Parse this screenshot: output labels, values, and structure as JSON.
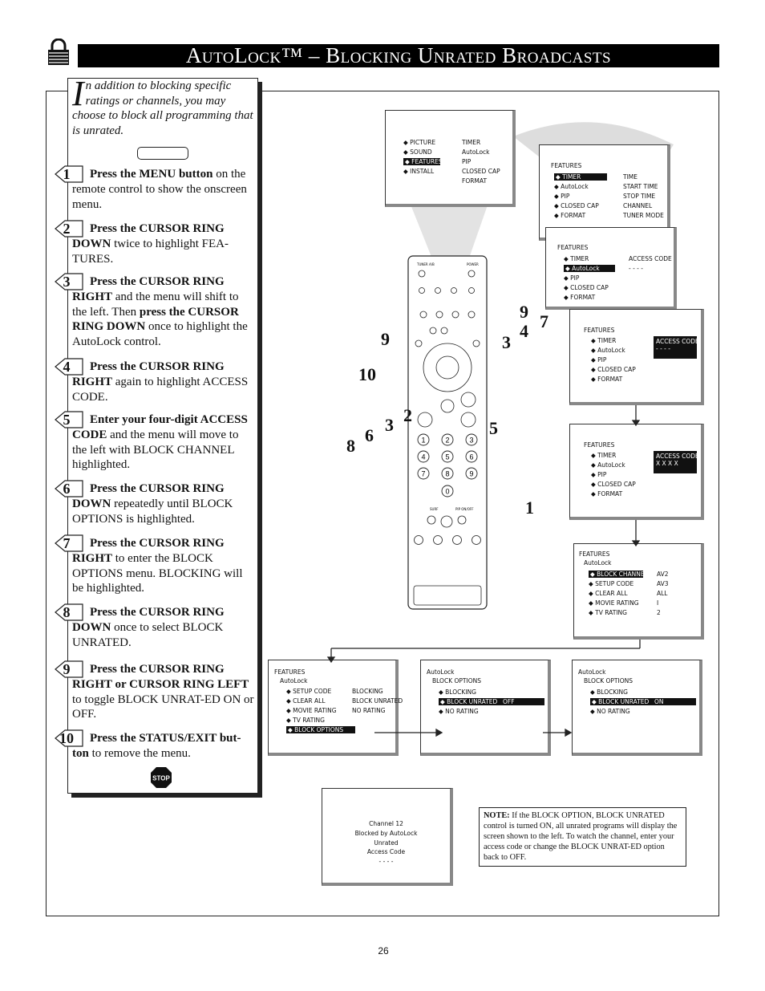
{
  "header": {
    "title": "AutoLock™ – Blocking Unrated Broadcasts"
  },
  "intro": {
    "dropcap": "I",
    "text": "n addition to blocking specific ratings or channels, you may choose to block all programming that is unrated."
  },
  "steps": [
    {
      "num": "1",
      "bold": "Press the MENU button",
      "rest": " on the remote control to show the onscreen menu."
    },
    {
      "num": "2",
      "bold": "Press the CURSOR RING DOWN",
      "rest": " twice to highlight FEA-TURES."
    },
    {
      "num": "3",
      "bold": "Press the CURSOR RING RIGHT",
      "rest": " and the menu will shift to the left. Then ",
      "bold2": "press the CURSOR RING DOWN",
      "rest2": " once to highlight the AutoLock control."
    },
    {
      "num": "4",
      "bold": "Press the CURSOR RING RIGHT",
      "rest": " again to highlight ACCESS CODE."
    },
    {
      "num": "5",
      "bold": "Enter your four-digit ACCESS CODE",
      "rest": " and the menu will move to the left with BLOCK CHANNEL highlighted."
    },
    {
      "num": "6",
      "bold": "Press the CURSOR RING DOWN",
      "rest": " repeatedly until BLOCK OPTIONS is highlighted."
    },
    {
      "num": "7",
      "bold": "Press the CURSOR RING RIGHT",
      "rest": " to enter the BLOCK OPTIONS menu. BLOCKING will be highlighted."
    },
    {
      "num": "8",
      "bold": "Press the CURSOR RING DOWN",
      "rest": " once to select BLOCK UNRATED."
    },
    {
      "num": "9",
      "bold": "Press the CURSOR RING RIGHT or CURSOR RING LEFT",
      "rest": " to toggle BLOCK UNRAT-ED ON or OFF."
    },
    {
      "num": "10",
      "bold": "Press the STATUS/EXIT but-ton",
      "rest": " to remove the menu."
    }
  ],
  "stop_icon": {
    "label": "STOP"
  },
  "screens": {
    "main_menu": {
      "left": [
        "PICTURE",
        "SOUND",
        "FEATURES",
        "INSTALL"
      ],
      "right": [
        "TIMER",
        "AutoLock",
        "PIP",
        "CLOSED CAP",
        "FORMAT"
      ]
    },
    "features1": {
      "title": "FEATURES",
      "left": [
        "TIMER",
        "AutoLock",
        "PIP",
        "CLOSED CAP",
        "FORMAT"
      ],
      "right": [
        "TIME",
        "START TIME",
        "STOP TIME",
        "CHANNEL",
        "TUNER MODE"
      ]
    },
    "features2": {
      "title": "FEATURES",
      "left": [
        "TIMER",
        "AutoLock",
        "PIP",
        "CLOSED CAP",
        "FORMAT"
      ],
      "right_title": "ACCESS CODE",
      "right_value": "- - - -"
    },
    "features3": {
      "title": "FEATURES",
      "left": [
        "TIMER",
        "AutoLock",
        "PIP",
        "CLOSED CAP",
        "FORMAT"
      ],
      "right_title": "ACCESS CODE",
      "right_value": "- - - -"
    },
    "features4": {
      "title": "FEATURES",
      "left": [
        "TIMER",
        "AutoLock",
        "PIP",
        "CLOSED CAP",
        "FORMAT"
      ],
      "right_title": "ACCESS CODE",
      "right_value": "X X X X"
    },
    "autolock1": {
      "title": "FEATURES",
      "subtitle": "AutoLock",
      "left": [
        "BLOCK CHANNEL",
        "SETUP CODE",
        "CLEAR ALL",
        "MOVIE RATING",
        "TV RATING"
      ],
      "right": [
        "AV2",
        "AV3",
        "ALL",
        "I",
        "2"
      ]
    },
    "autolock2": {
      "title": "FEATURES",
      "subtitle": "AutoLock",
      "left": [
        "SETUP CODE",
        "CLEAR ALL",
        "MOVIE RATING",
        "TV RATING",
        "BLOCK OPTIONS"
      ],
      "right": [
        "BLOCKING",
        "BLOCK UNRATED",
        "NO RATING"
      ]
    },
    "blockopts1": {
      "title": "AutoLock",
      "subtitle": "BLOCK OPTIONS",
      "left": [
        "BLOCKING",
        "BLOCK UNRATED",
        "NO RATING"
      ],
      "value": "OFF"
    },
    "blockopts2": {
      "title": "AutoLock",
      "subtitle": "BLOCK OPTIONS",
      "left": [
        "BLOCKING",
        "BLOCK UNRATED",
        "NO RATING"
      ],
      "value": "ON"
    },
    "blocked": {
      "lines": [
        "Channel 12",
        "Blocked by AutoLock",
        "Unrated",
        "Access Code",
        "- - - -"
      ]
    }
  },
  "hand_labels": [
    "9",
    "10",
    "3",
    "2",
    "8",
    "6",
    "9",
    "4",
    "7",
    "3",
    "5",
    "1"
  ],
  "remote": {
    "top_labels": [
      "TUNER A/B",
      "POWER"
    ],
    "keypad": [
      "1",
      "2",
      "3",
      "4",
      "5",
      "6",
      "7",
      "8",
      "9",
      "0"
    ],
    "bottom_labels": [
      "SURF",
      "PIP ON/OFF"
    ]
  },
  "note": {
    "label": "NOTE:",
    "text": " If the BLOCK OPTION, BLOCK UNRATED control is turned ON, all unrated programs will display the screen shown to the left. To watch the channel, enter your access code or change the BLOCK UNRAT-ED option back to OFF."
  },
  "page_number": "26"
}
